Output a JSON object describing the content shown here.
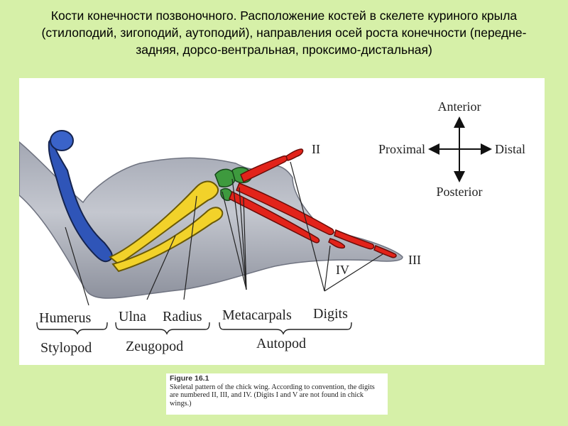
{
  "slide": {
    "title": "Кости конечности позвоночного. Расположение костей в скелете куриного крыла (стилоподий, зигоподий, аутоподий), направления осей роста конечности (передне-задняя, дорсо-вентральная, проксимо-дистальная)"
  },
  "axes": {
    "anterior": "Anterior",
    "posterior": "Posterior",
    "proximal": "Proximal",
    "distal": "Distal"
  },
  "digit_numerals": {
    "ii": "II",
    "iii": "III",
    "iv": "IV"
  },
  "bone_labels": {
    "humerus": "Humerus",
    "ulna": "Ulna",
    "radius": "Radius",
    "metacarpals": "Metacarpals",
    "digits": "Digits"
  },
  "group_labels": {
    "stylopod": "Stylopod",
    "zeugopod": "Zeugopod",
    "autopod": "Autopod"
  },
  "colors": {
    "stylopod": "#2f55b8",
    "zeugopod": "#f2d22a",
    "autopod": "#e2231a",
    "carpals": "#3e9a3e",
    "wing": "#b9bcc6"
  },
  "caption": {
    "head": "Figure 16.1",
    "text": "Skeletal pattern of the chick wing. According to convention, the digits are numbered II, III, and IV. (Digits I and V are not found in chick wings.)"
  }
}
